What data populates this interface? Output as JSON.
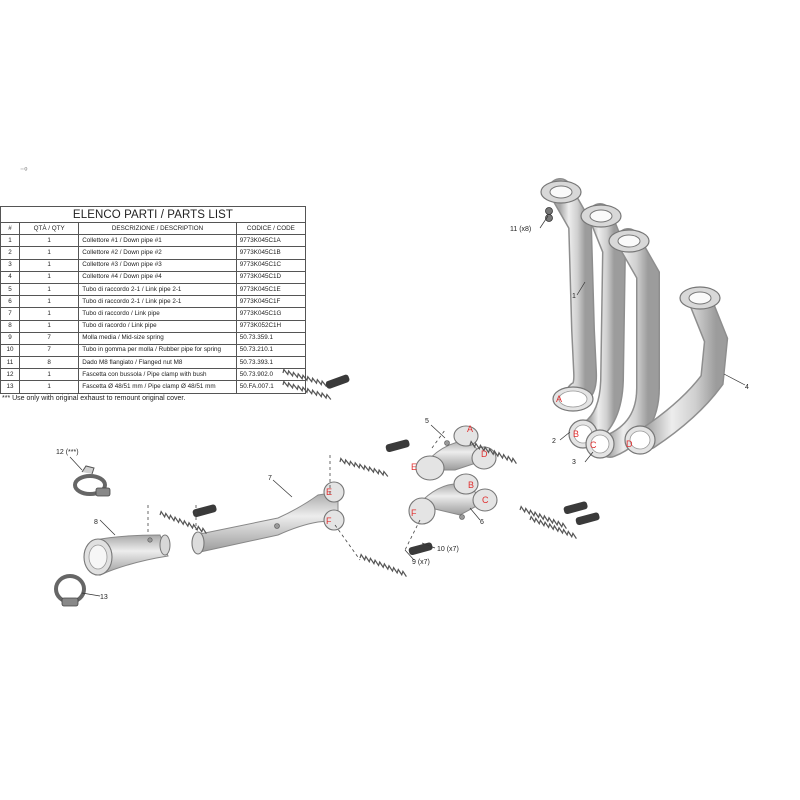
{
  "corner_mark": "⁻⁰",
  "table": {
    "title": "ELENCO PARTI / PARTS LIST",
    "headers": {
      "num": "#",
      "qty": "QTÀ / QTY",
      "desc": "DESCRIZIONE / DESCRIPTION",
      "code": "CODICE / CODE"
    },
    "rows": [
      {
        "num": "1",
        "qty": "1",
        "desc": "Collettore #1 / Down pipe #1",
        "code": "9773K045C1A"
      },
      {
        "num": "2",
        "qty": "1",
        "desc": "Collettore #2 / Down pipe #2",
        "code": "9773K045C1B"
      },
      {
        "num": "3",
        "qty": "1",
        "desc": "Collettore #3 / Down pipe #3",
        "code": "9773K045C1C"
      },
      {
        "num": "4",
        "qty": "1",
        "desc": "Collettore #4 / Down pipe #4",
        "code": "9773K045C1D"
      },
      {
        "num": "5",
        "qty": "1",
        "desc": "Tubo di raccordo 2-1 / Link pipe 2-1",
        "code": "9773K045C1E"
      },
      {
        "num": "6",
        "qty": "1",
        "desc": "Tubo di raccordo 2-1 / Link pipe 2-1",
        "code": "9773K045C1F"
      },
      {
        "num": "7",
        "qty": "1",
        "desc": "Tubo di raccordo / Link pipe",
        "code": "9773K045C1G"
      },
      {
        "num": "8",
        "qty": "1",
        "desc": "Tubo di racordo / Link pipe",
        "code": "9773K052C1H"
      },
      {
        "num": "9",
        "qty": "7",
        "desc": "Molla media / Mid-size spring",
        "code": "50.73.359.1"
      },
      {
        "num": "10",
        "qty": "7",
        "desc": "Tubo in gomma per molla / Rubber pipe for spring",
        "code": "50.73.210.1"
      },
      {
        "num": "11",
        "qty": "8",
        "desc": "Dado M8 flangiato / Flanged nut M8",
        "code": "50.73.393.1"
      },
      {
        "num": "12",
        "qty": "1",
        "desc": "Fascetta con bussola / Pipe clamp with bush",
        "code": "50.73.902.0"
      },
      {
        "num": "13",
        "qty": "1",
        "desc": "Fascetta Ø 48/51 mm / Pipe clamp Ø 48/51 mm",
        "code": "50.FA.007.1"
      }
    ]
  },
  "note": "*** Use only with original exhaust to remount original cover.",
  "callouts": {
    "c1": "1",
    "c2": "2",
    "c3": "3",
    "c4": "4",
    "c5": "5",
    "c6": "6",
    "c7": "7",
    "c8": "8",
    "c9": "9 (x7)",
    "c10": "10 (x7)",
    "c11": "11 (x8)",
    "c12": "12 (***)",
    "c13": "13"
  },
  "letters": {
    "A": "A",
    "B": "B",
    "C": "C",
    "D": "D",
    "E": "E",
    "F": "F"
  },
  "colors": {
    "pipe": "#cfcfcf",
    "pipe_dark": "#9a9a9a",
    "letter": "#e03030",
    "spring": "#555555",
    "rubber": "#3a3a3a",
    "line": "#333333"
  }
}
